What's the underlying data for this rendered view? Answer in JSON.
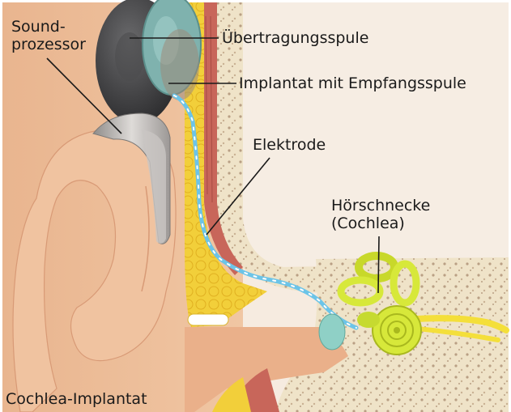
{
  "labels": {
    "sound_line1": "Sound-",
    "sound_line2": "prozessor",
    "uebertragungsspule": "Übertragungsspule",
    "implantat": "Implantat mit Empfangsspule",
    "elektrode": "Elektrode",
    "hoerschnecke_line1": "Hörschnecke",
    "hoerschnecke_line2": "(Cochlea)",
    "caption": "Cochlea-Implantat"
  },
  "colors": {
    "skin": "#e8b48e",
    "bone": "#efe3c8",
    "fat": "#f2cf3a",
    "muscle": "#c8665a",
    "processor_dark": "#3b3b3d",
    "processor_silver": "#b9b6b4",
    "coil": "#7fb2ae",
    "electrode": "#6cc4e8",
    "cochlea": "#d7e83a",
    "auditory_nerve": "#f4df3a",
    "leader_line": "#1a1a1a"
  }
}
